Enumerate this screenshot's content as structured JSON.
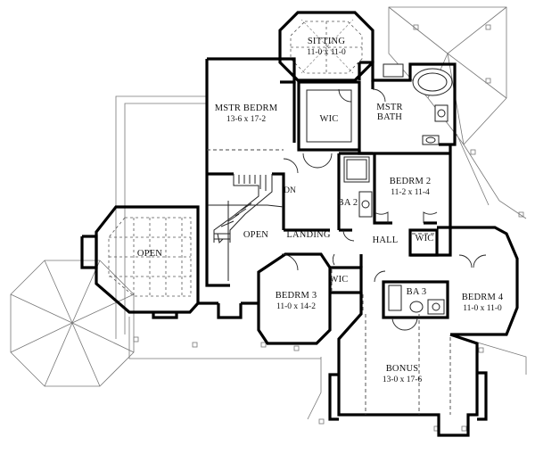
{
  "rooms": {
    "sitting": {
      "name": "SITTING",
      "dims": "11-0 x 11-0"
    },
    "master_bedroom": {
      "name": "MSTR BEDRM",
      "dims": "13-6 x 17-2"
    },
    "wic_master": {
      "name": "WIC"
    },
    "master_bath": {
      "name": "MSTR",
      "name2": "BATH"
    },
    "bedroom2": {
      "name": "BEDRM 2",
      "dims": "11-2 x 11-4"
    },
    "bath2": {
      "name": "BA 2"
    },
    "open_left": {
      "name": "OPEN"
    },
    "open_stair": {
      "name": "OPEN"
    },
    "landing": {
      "name": "LANDING"
    },
    "dn": {
      "name": "DN"
    },
    "hall": {
      "name": "HALL"
    },
    "wic_hall": {
      "name": "WIC"
    },
    "wic_bed3": {
      "name": "WIC"
    },
    "bedroom3": {
      "name": "BEDRM 3",
      "dims": "11-0 x 14-2"
    },
    "bath3": {
      "name": "BA 3"
    },
    "bedroom4": {
      "name": "BEDRM 4",
      "dims": "11-0 x 11-0"
    },
    "bonus": {
      "name": "BONUS",
      "dims": "13-0 x 17-6"
    }
  }
}
